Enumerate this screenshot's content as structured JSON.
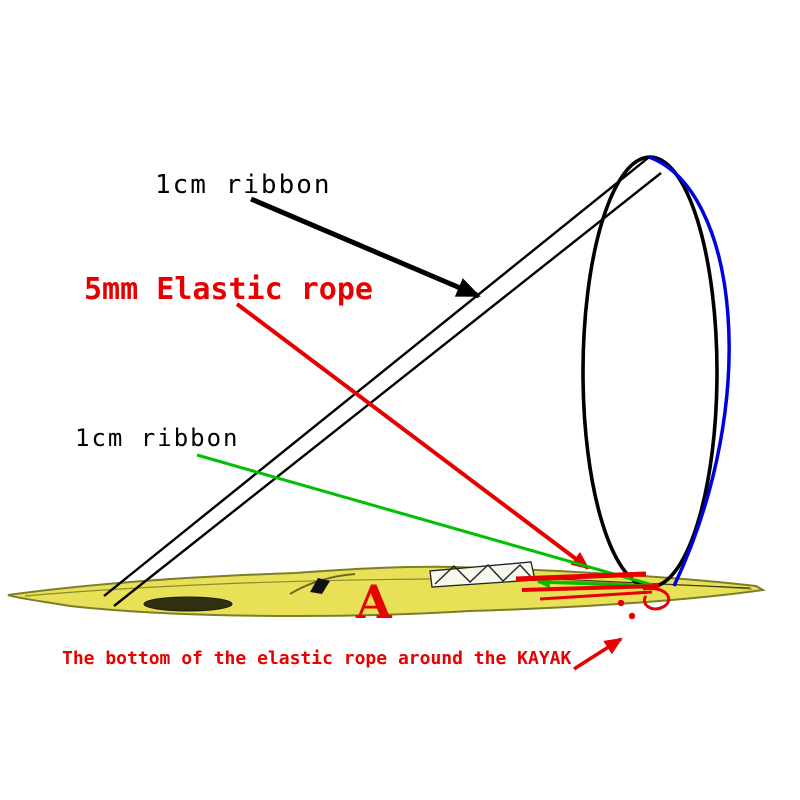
{
  "labels": {
    "ribbon_top": "1cm ribbon",
    "elastic_rope": "5mm Elastic rope",
    "ribbon_mid": "1cm ribbon",
    "point_a": "A",
    "bottom_caption": "The bottom of the elastic rope around the KAYAK"
  },
  "colors": {
    "ribbon_line": "#000000",
    "elastic_rope": "#e60000",
    "ribbon_pointer": "#00c000",
    "hoop_outline": "#000000",
    "hoop_arc": "#0000e0",
    "kayak_fill": "#e8e158",
    "kayak_outline": "#7d7d2a",
    "background": "#ffffff"
  }
}
